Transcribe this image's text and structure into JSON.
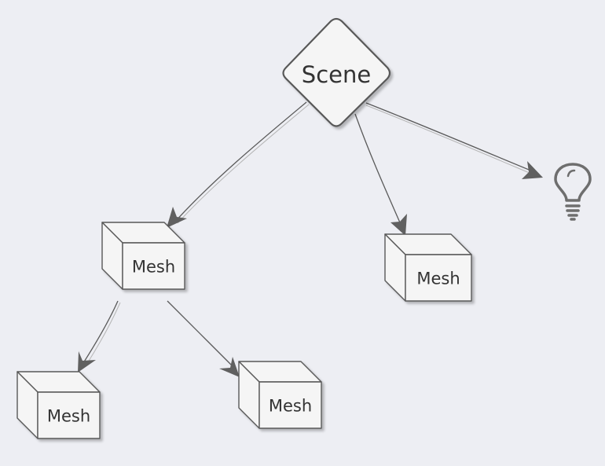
{
  "diagram": {
    "type": "hierarchy",
    "colors": {
      "background": "#edeef3",
      "node_fill": "#f5f5f5",
      "stroke": "#595959",
      "arrow": "#606060",
      "text": "#333333"
    },
    "nodes": [
      {
        "id": "scene",
        "shape": "diamond",
        "label": "Scene"
      },
      {
        "id": "mesh1",
        "shape": "cube",
        "label": "Mesh"
      },
      {
        "id": "mesh2",
        "shape": "cube",
        "label": "Mesh"
      },
      {
        "id": "light",
        "shape": "lightbulb-icon",
        "label": ""
      },
      {
        "id": "mesh3",
        "shape": "cube",
        "label": "Mesh"
      },
      {
        "id": "mesh4",
        "shape": "cube",
        "label": "Mesh"
      }
    ],
    "edges": [
      {
        "from": "scene",
        "to": "mesh1"
      },
      {
        "from": "scene",
        "to": "mesh2"
      },
      {
        "from": "scene",
        "to": "light"
      },
      {
        "from": "mesh1",
        "to": "mesh3"
      },
      {
        "from": "mesh1",
        "to": "mesh4"
      }
    ]
  }
}
